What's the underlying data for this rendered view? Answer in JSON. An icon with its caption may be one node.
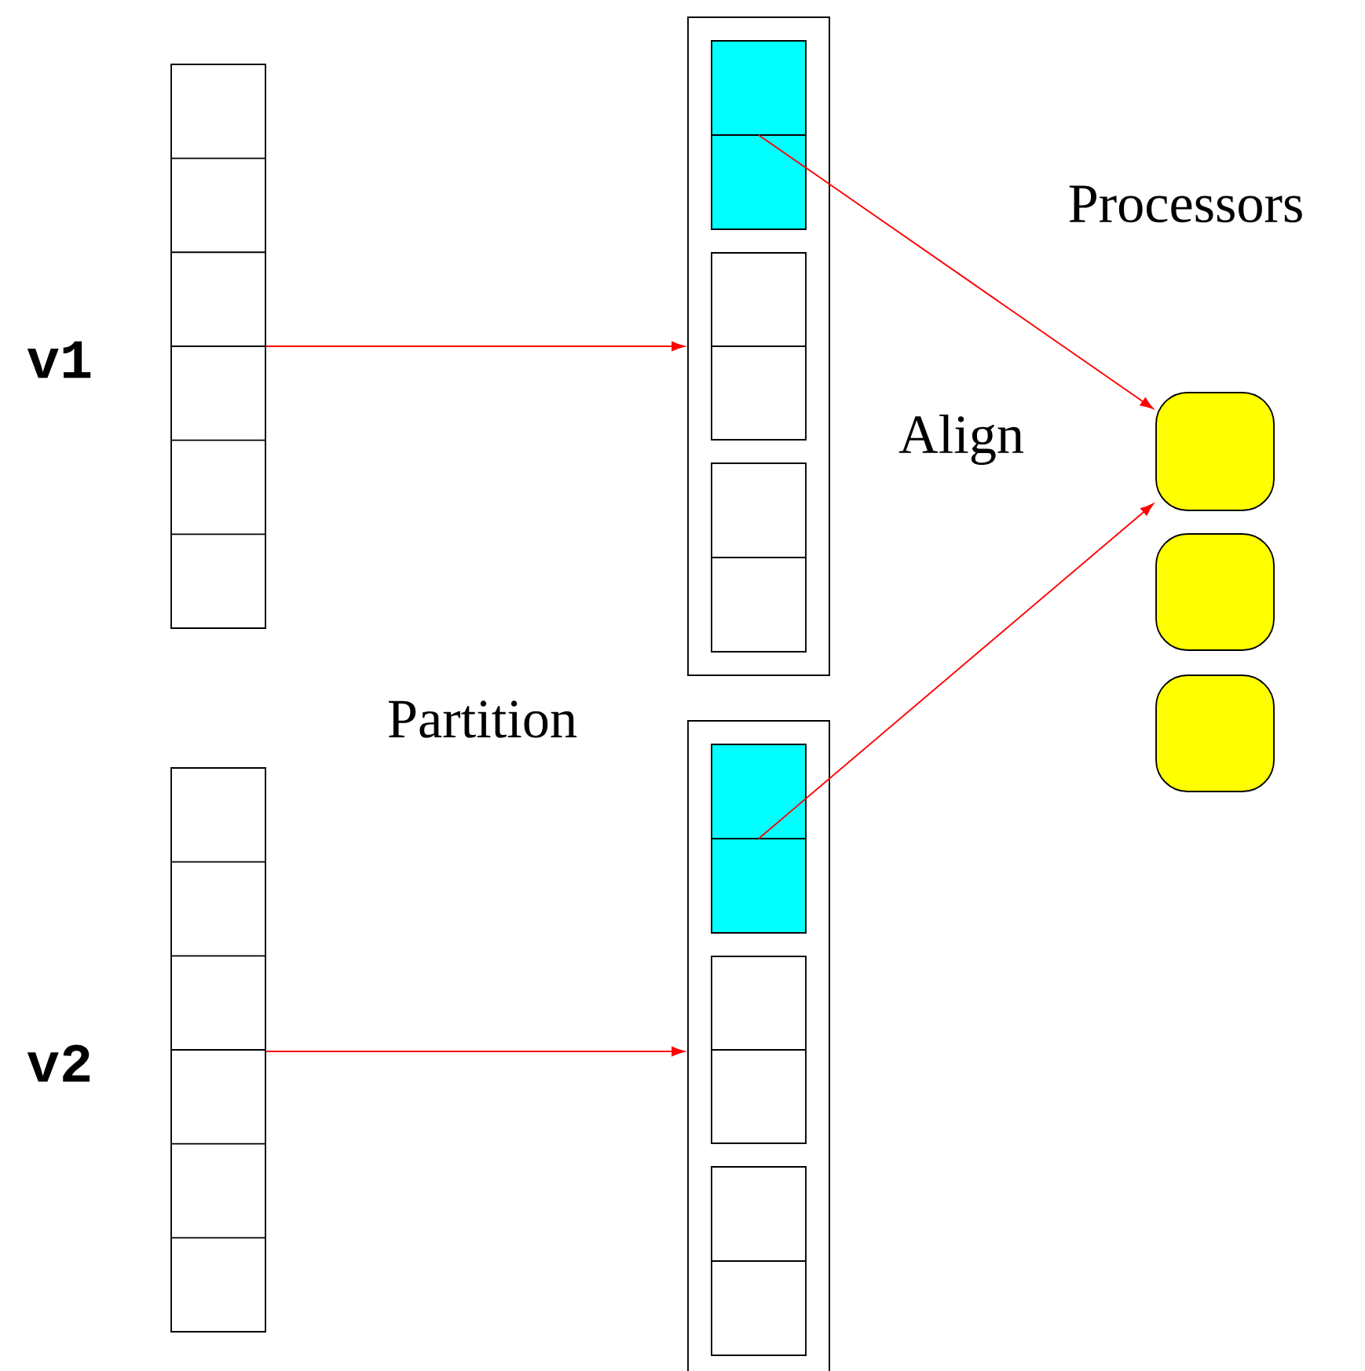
{
  "diagram": {
    "nodes": [
      {
        "text": [],
        "shape": "box"
      },
      {
        "text": [],
        "shape": "box"
      },
      {
        "text": [],
        "shape": "box"
      },
      {
        "text": [],
        "shape": "box"
      },
      {
        "text": [],
        "shape": "box",
        "in": 2
      },
      {
        "text": [],
        "shape": "box",
        "in": 2
      },
      {
        "text": [],
        "shape": "box",
        "in": 2
      },
      {
        "text": [],
        "shape": "box",
        "in": 3
      },
      {
        "text": [],
        "shape": "box",
        "in": 3
      },
      {
        "text": [],
        "shape": "box",
        "in": 3
      },
      {
        "text": [],
        "shape": "box"
      },
      {
        "text": [],
        "shape": "box"
      },
      {
        "text": [],
        "shape": "box"
      }
    ],
    "edges": [
      {
        "from": 0,
        "to": 2,
        "arrow": "to"
      },
      {
        "from": 1,
        "to": 3,
        "arrow": "to"
      },
      {
        "from": 4,
        "to": 10,
        "arrow": "to"
      },
      {
        "from": 7,
        "to": 10,
        "arrow": "to"
      }
    ],
    "labels": [
      "Processors",
      "v1",
      "Align",
      "Partition",
      "v2"
    ]
  }
}
